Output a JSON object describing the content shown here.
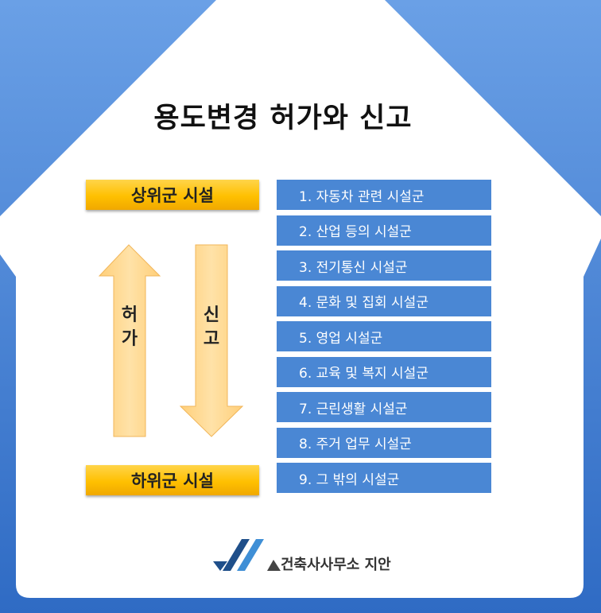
{
  "title": "용도변경 허가와 신고",
  "upper_level": "상위군 시설",
  "lower_level": "하위군 시설",
  "arrow_up_label": [
    "허",
    "가"
  ],
  "arrow_down_label": [
    "신",
    "고"
  ],
  "facility_groups": [
    "1. 자동차 관련 시설군",
    "2. 산업 등의 시설군",
    "3. 전기통신 시설군",
    "4. 문화 및 집회 시설군",
    "5. 영업 시설군",
    "6. 교육 및 복지 시설군",
    "7. 근린생활 시설군",
    "8. 주거 업무 시설군",
    "9. 그 밖의 시설군"
  ],
  "company": "건축사사무소 지안",
  "colors": {
    "list_bg": "#4a87d4",
    "level_gold": "#ffc000",
    "arrow": "#ffd583",
    "background": "#4a86d3"
  }
}
